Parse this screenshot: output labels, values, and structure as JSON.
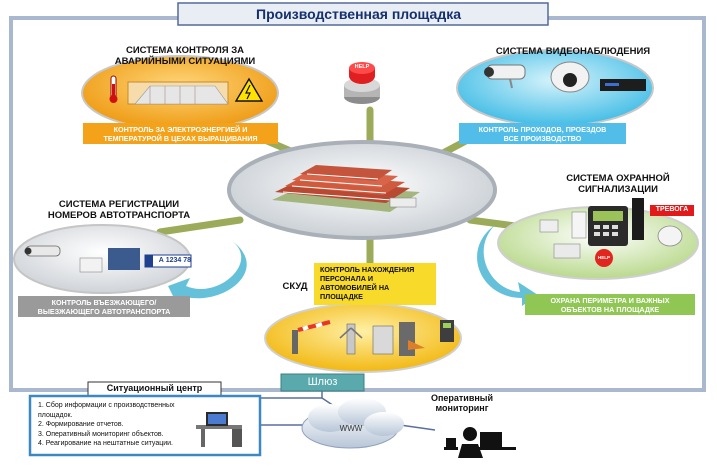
{
  "title": "Производственная площадка",
  "systems": {
    "emergency": {
      "title": "СИСТЕМА КОНТРОЛЯ ЗА\nАВАРИЙНЫМИ СИТУАЦИЯМИ",
      "caption": "КОНТРОЛЬ ЗА ЭЛЕКТРОЭНЕРГИЕЙ И\nТЕМПЕРАТУРОЙ В ЦЕХАХ ВЫРАЩИВАНИЯ"
    },
    "video": {
      "title": "СИСТЕМА ВИДЕОНАБЛЮДЕНИЯ",
      "caption": "КОНТРОЛЬ ПРОХОДОВ, ПРОЕЗДОВ\nВСЕ ПРОИЗВОДСТВО"
    },
    "plates": {
      "title": "СИСТЕМА РЕГИСТРАЦИИ\nНОМЕРОВ АВТОТРАНСПОРТА",
      "caption": "КОНТРОЛЬ ВЪЕЗЖАЮЩЕГО/\nВЫЕЗЖАЮЩЕГО АВТОТРАНСПОРТА",
      "plate": "А 1234 78"
    },
    "alarm": {
      "title": "СИСТЕМА ОХРАННОЙ\nСИГНАЛИЗАЦИИ",
      "caption": "ОХРАНА ПЕРИМЕТРА И ВАЖНЫХ\nОБЪЕКТОВ НА ПЛОЩАДКЕ",
      "badge": "ТРЕВОГА"
    },
    "skud": {
      "title": "СКУД",
      "caption": "КОНТРОЛЬ НАХОЖДЕНИЯ\nПЕРСОНАЛА И\nАВТОМОБИЛЕЙ НА\nПЛОЩАДКЕ"
    }
  },
  "help_button": "HELP",
  "gateway": "Шлюз",
  "www": "WWW",
  "situation_center": {
    "title": "Ситуационный центр",
    "items": "1. Сбор информации с производственных площадок.\n2. Формирование отчетов.\n3. Оперативный мониторинг объектов.\n4. Реагирование на нештатные ситуации."
  },
  "monitoring": "Оперативный\nмониторинг",
  "colors": {
    "frame": "#a9b7cf",
    "title_box": "#e9edf4",
    "title_text": "#16306e",
    "spoke": "#9bab5a",
    "emergency_oval": "#f2a51e",
    "video_oval": "#5ec8ea",
    "skud_oval": "#f5bf22",
    "caption_orange": "#f4a21a",
    "caption_blue": "#52bde8",
    "caption_gray": "#9a9a9a",
    "caption_green": "#90c654",
    "caption_yellow": "#f7da2a",
    "gateway": "#5aa9ad"
  }
}
